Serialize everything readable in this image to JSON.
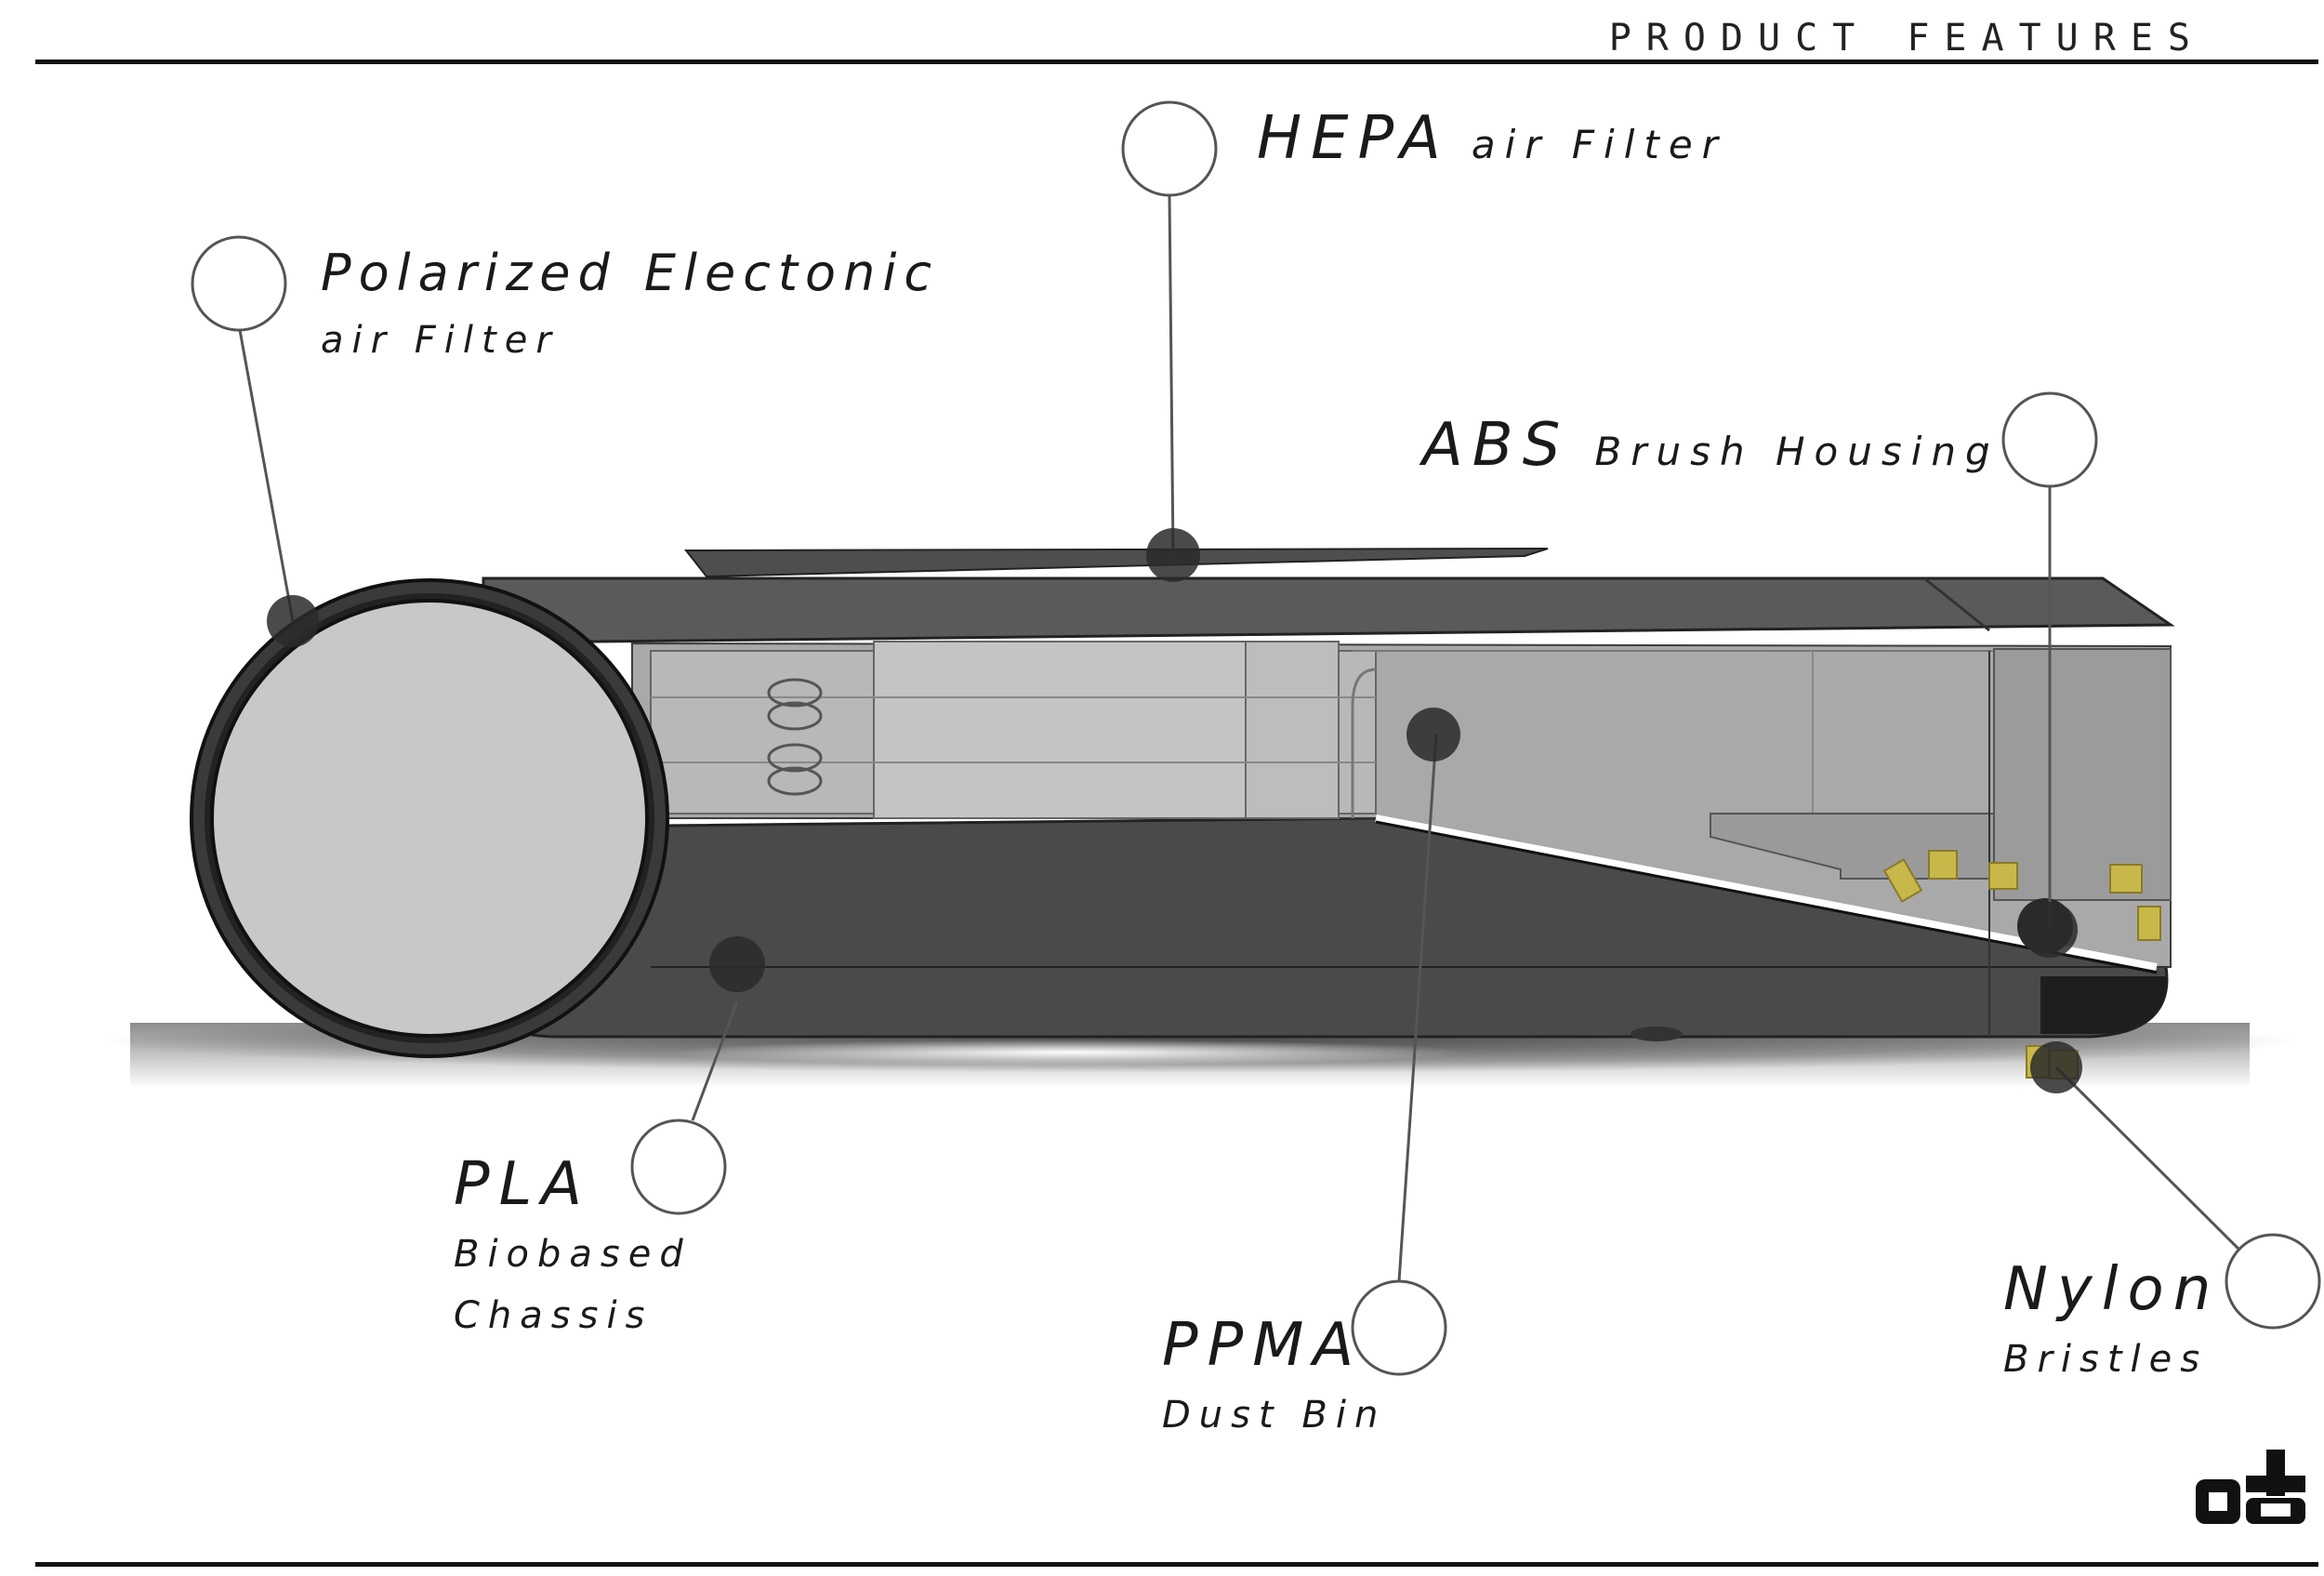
{
  "header": {
    "title": "PRODUCT FEATURES"
  },
  "callouts": {
    "hepa": {
      "name": "HEPA",
      "desc": "air Filter"
    },
    "polarized": {
      "line1_a": "Polarized",
      "line1_b": "Electonic",
      "line2": "air Filter"
    },
    "abs": {
      "name": "ABS",
      "desc": "Brush Housing"
    },
    "pla": {
      "name": "PLA",
      "line2": "Biobased",
      "line3": "Chassis"
    },
    "ppma": {
      "name": "PPMA",
      "desc": "Dust Bin"
    },
    "nylon": {
      "name": "Nylon",
      "desc": "Bristles"
    }
  },
  "colors": {
    "body_dark": "#4a4a4a",
    "body_top": "#5c5c5c",
    "wheel_fill": "#c8c8c8",
    "bin_fill": "#a9a9a9",
    "bristle": "#c8b84a",
    "leader": "#555555"
  }
}
